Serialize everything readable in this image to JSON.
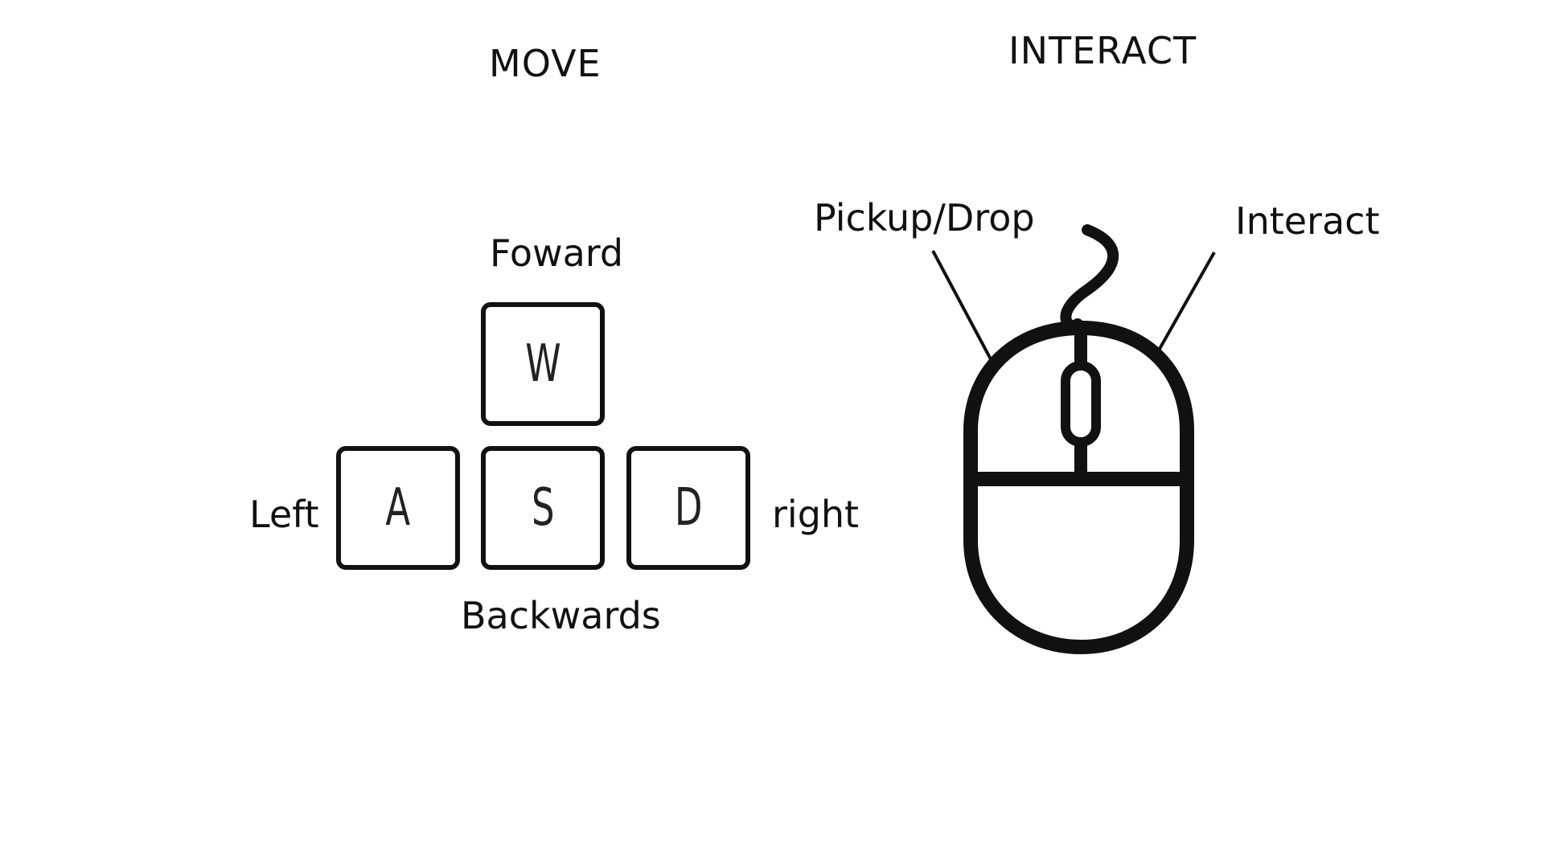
{
  "move": {
    "heading": "MOVE",
    "keys": {
      "w": {
        "letter": "W",
        "action": "Foward"
      },
      "a": {
        "letter": "A",
        "action": "Left"
      },
      "s": {
        "letter": "S",
        "action": "Backwards"
      },
      "d": {
        "letter": "D",
        "action": "right"
      }
    }
  },
  "interact": {
    "heading": "INTERACT",
    "left_button": "Pickup/Drop",
    "right_button": "Interact"
  },
  "icons": {
    "keyboard": "wasd-keys-icon",
    "mouse": "mouse-icon"
  },
  "colors": {
    "stroke": "#111111",
    "background": "#ffffff"
  }
}
